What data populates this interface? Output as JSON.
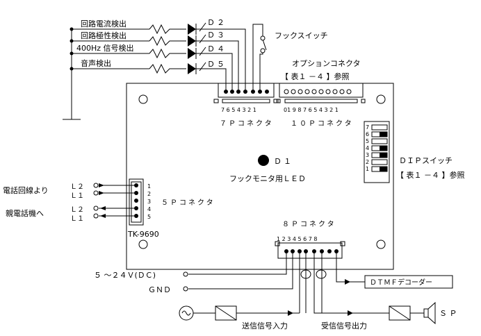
{
  "labels": {
    "circuit_current": "回路電流検出",
    "circuit_polarity": "回路極性検出",
    "signal_400hz": "400Hz 信号検出",
    "voice_detect": "音声検出",
    "d2": "Ｄ２",
    "d3": "Ｄ３",
    "d4": "Ｄ４",
    "d5": "Ｄ５",
    "hook_switch": "フックスイッチ",
    "option_connector": "オプションコネクタ",
    "table_ref_top": "【 表１ －４ 】参照",
    "conn7p_pins": "7 6 5 4 3 2 1",
    "conn10p_pins": "01 9 8 7 6 5 4 3 2 1",
    "conn7p": "７Ｐコネクタ",
    "conn10p": "１０Ｐコネクタ",
    "d1": "Ｄ１",
    "hook_monitor_led": "フックモニタ用ＬＥＤ",
    "dip_switch": "ＤＩＰスイッチ",
    "table_ref_right": "【 表１ －４ 】参照",
    "phone_line": "電話回線より",
    "parent_phone": "親電話機へ",
    "l2_a": "Ｌ２",
    "l1_a": "Ｌ１",
    "l2_b": "Ｌ２",
    "l1_b": "Ｌ１",
    "conn5p": "５Ｐコネクタ",
    "model": "TK-9690",
    "conn8p": "８Ｐコネクタ",
    "conn8p_pins": "1 2 3 4 5 6 7 8",
    "power": "５ ～２４Ｖ(ＤＣ)",
    "gnd": "ＧＮＤ",
    "dtmf_decoder": "ＤＴＭＦデコーダー",
    "tx_input": "送信信号入力",
    "rx_output": "受信信号出力",
    "sp": "Ｓ Ｐ"
  }
}
